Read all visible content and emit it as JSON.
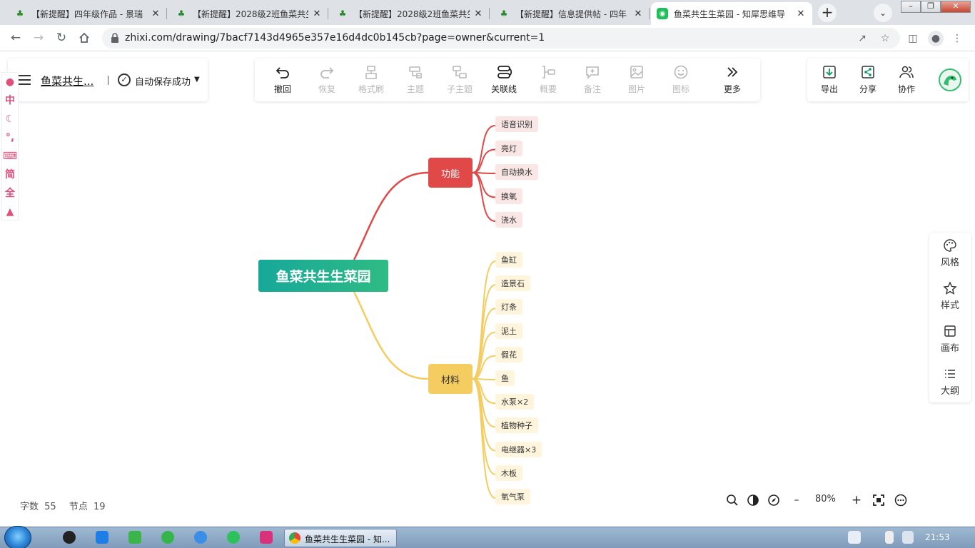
{
  "browser": {
    "tabs": [
      {
        "label": "【新提醒】四年级作品 - 景瑞",
        "active": false
      },
      {
        "label": "【新提醒】2028级2班鱼菜共生",
        "active": false
      },
      {
        "label": "【新提醒】2028级2班鱼菜共生",
        "active": false
      },
      {
        "label": "【新提醒】信息提供帖 - 四年",
        "active": false
      },
      {
        "label": "鱼菜共生生菜园 - 知犀思维导",
        "active": true
      }
    ],
    "url": "zhixi.com/drawing/7bacf7143d4965e357e16d4dc0b145cb?page=owner&current=1"
  },
  "doc": {
    "title": "鱼菜共生...",
    "save_status": "自动保存成功"
  },
  "ime_items": [
    "中",
    "简",
    "全"
  ],
  "toolbar": {
    "items": [
      {
        "label": "撤回",
        "icon": "undo-icon",
        "enabled": true
      },
      {
        "label": "恢复",
        "icon": "redo-icon",
        "enabled": false
      },
      {
        "label": "格式刷",
        "icon": "format-brush-icon",
        "enabled": false
      },
      {
        "label": "主题",
        "icon": "topic-icon",
        "enabled": false
      },
      {
        "label": "子主题",
        "icon": "subtopic-icon",
        "enabled": false
      },
      {
        "label": "关联线",
        "icon": "relation-line-icon",
        "enabled": true
      },
      {
        "label": "概要",
        "icon": "summary-icon",
        "enabled": false
      },
      {
        "label": "备注",
        "icon": "note-icon",
        "enabled": false
      },
      {
        "label": "图片",
        "icon": "image-icon",
        "enabled": false
      },
      {
        "label": "图标",
        "icon": "emoji-icon",
        "enabled": false
      },
      {
        "label": "更多",
        "icon": "more-icon",
        "enabled": true
      }
    ]
  },
  "share": {
    "export_label": "导出",
    "share_label": "分享",
    "collab_label": "协作"
  },
  "sidebar": {
    "items": [
      {
        "label": "风格",
        "icon": "palette-icon"
      },
      {
        "label": "样式",
        "icon": "style-icon"
      },
      {
        "label": "画布",
        "icon": "canvas-icon"
      },
      {
        "label": "大纲",
        "icon": "outline-icon"
      }
    ]
  },
  "mindmap": {
    "root": "鱼菜共生生菜园",
    "branches": [
      {
        "label": "功能",
        "color": "#e14848",
        "children": [
          "语音识别",
          "亮灯",
          "自动换水",
          "换氧",
          "浇水"
        ]
      },
      {
        "label": "材料",
        "color": "#f5cc60",
        "children": [
          "鱼缸",
          "造景石",
          "灯条",
          "泥土",
          "假花",
          "鱼",
          "水泵×2",
          "植物种子",
          "电继器×3",
          "木板",
          "氧气泵"
        ]
      }
    ]
  },
  "stats": {
    "word_count_label": "字数",
    "word_count": "55",
    "node_count_label": "节点",
    "node_count": "19"
  },
  "zoom": {
    "level": "80%"
  },
  "taskbar": {
    "active_window": "鱼菜共生生菜园 - 知...",
    "clock": "21:53"
  }
}
